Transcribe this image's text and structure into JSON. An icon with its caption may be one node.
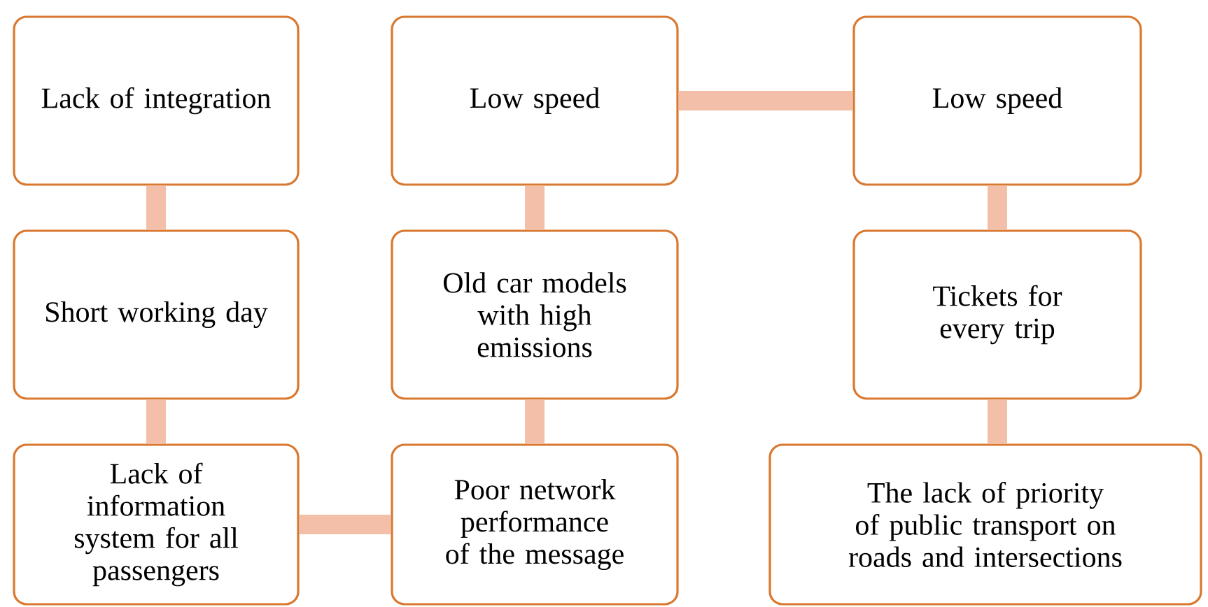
{
  "diagram": {
    "nodes": [
      {
        "text": [
          "Lack of integration"
        ]
      },
      {
        "text": [
          "Low speed"
        ]
      },
      {
        "text": [
          "Low speed"
        ]
      },
      {
        "text": [
          "Short working day"
        ]
      },
      {
        "text": [
          "Old car models with high emissions"
        ]
      },
      {
        "text": [
          "Tickets for every trip"
        ]
      },
      {
        "text": [
          "Lack of information system for all passengers"
        ]
      },
      {
        "text": [
          "Poor network performance of the message"
        ]
      },
      {
        "text": [
          "The lack of priority of public transport on roads and intersections"
        ]
      }
    ],
    "edges": [
      {
        "from": 0,
        "to": 3,
        "arrow": "none"
      },
      {
        "from": 3,
        "to": 6,
        "arrow": "none"
      },
      {
        "from": 6,
        "to": 7,
        "arrow": "none"
      },
      {
        "from": 7,
        "to": 4,
        "arrow": "none"
      },
      {
        "from": 4,
        "to": 1,
        "arrow": "none"
      },
      {
        "from": 1,
        "to": 2,
        "arrow": "none"
      },
      {
        "from": 2,
        "to": 5,
        "arrow": "none"
      },
      {
        "from": 5,
        "to": 8,
        "arrow": "none"
      }
    ]
  }
}
